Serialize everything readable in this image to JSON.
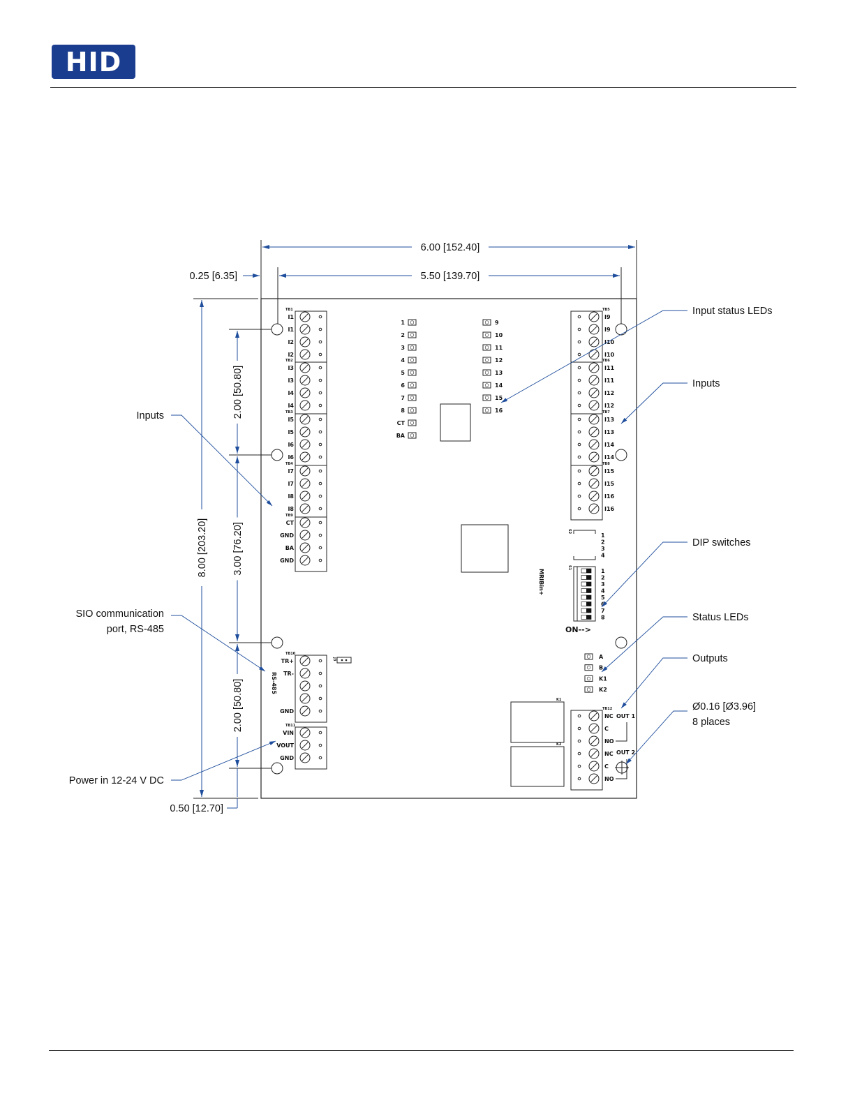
{
  "header": {
    "logo_text": "HID",
    "brand_color": "#1b3d8f"
  },
  "callout_color": "#1f4e9c",
  "dimensions": {
    "overall_width": "6.00 [152.40]",
    "hole_spacing_width": "5.50 [139.70]",
    "edge_offset": "0.25 [6.35]",
    "overall_height": "8.00 [203.20]",
    "hole_spacing_1": "2.00 [50.80]",
    "hole_spacing_2": "3.00 [76.20]",
    "hole_spacing_3": "2.00 [50.80]",
    "bottom_offset": "0.50 [12.70]"
  },
  "callouts": {
    "input_status_leds": "Input status LEDs",
    "inputs_right": "Inputs",
    "dip_switches": "DIP switches",
    "status_leds": "Status LEDs",
    "outputs": "Outputs",
    "hole_size": "Ø0.16 [Ø3.96]",
    "hole_count": "8 places",
    "inputs_left": "Inputs",
    "sio_line1": "SIO communication",
    "sio_line2": "port, RS-485",
    "power": "Power in 12-24 V DC"
  },
  "left_blocks": [
    {
      "name": "TB1",
      "pins": [
        "I1",
        "I1",
        "I2",
        "I2"
      ]
    },
    {
      "name": "TB2",
      "pins": [
        "I3",
        "I3",
        "I4",
        "I4"
      ]
    },
    {
      "name": "TB3",
      "pins": [
        "I5",
        "I5",
        "I6",
        "I6"
      ]
    },
    {
      "name": "TB4",
      "pins": [
        "I7",
        "I7",
        "I8",
        "I8"
      ]
    },
    {
      "name": "TB9",
      "pins": [
        "CT",
        "GND",
        "BA",
        "GND"
      ]
    },
    {
      "name": "TB10",
      "pins": [
        "TR+",
        "TR-",
        "",
        "",
        "GND"
      ]
    },
    {
      "name": "TB11",
      "pins": [
        "VIN",
        "VOUT",
        "GND"
      ]
    }
  ],
  "right_blocks": [
    {
      "name": "TB5",
      "pins": [
        "I9",
        "I9",
        "I10",
        "I10"
      ]
    },
    {
      "name": "TB6",
      "pins": [
        "I11",
        "I11",
        "I12",
        "I12"
      ]
    },
    {
      "name": "TB7",
      "pins": [
        "I13",
        "I13",
        "I14",
        "I14"
      ]
    },
    {
      "name": "TB8",
      "pins": [
        "I15",
        "I15",
        "I16",
        "I16"
      ]
    },
    {
      "name": "TB12",
      "pins": [
        "NC",
        "C",
        "NO",
        "NC",
        "C",
        "NO"
      ]
    }
  ],
  "output_labels": [
    "OUT 1",
    "OUT 2"
  ],
  "leds_left": [
    "1",
    "2",
    "3",
    "4",
    "5",
    "6",
    "7",
    "8",
    "CT",
    "BA"
  ],
  "leds_right": [
    "9",
    "10",
    "11",
    "12",
    "13",
    "14",
    "15",
    "16"
  ],
  "status_leds": [
    "A",
    "B",
    "K1",
    "K2"
  ],
  "dip_s2": {
    "name": "S2",
    "positions": [
      "1",
      "2",
      "3",
      "4"
    ]
  },
  "dip_s1": {
    "name": "S1",
    "positions": [
      "1",
      "2",
      "3",
      "4",
      "5",
      "6",
      "7",
      "8"
    ],
    "on_label": "ON-->"
  },
  "misc": {
    "rs485": "RS-485",
    "jumper": "J3",
    "relay1": "K1",
    "relay2": "K2",
    "board_name": "MRIBin+"
  }
}
